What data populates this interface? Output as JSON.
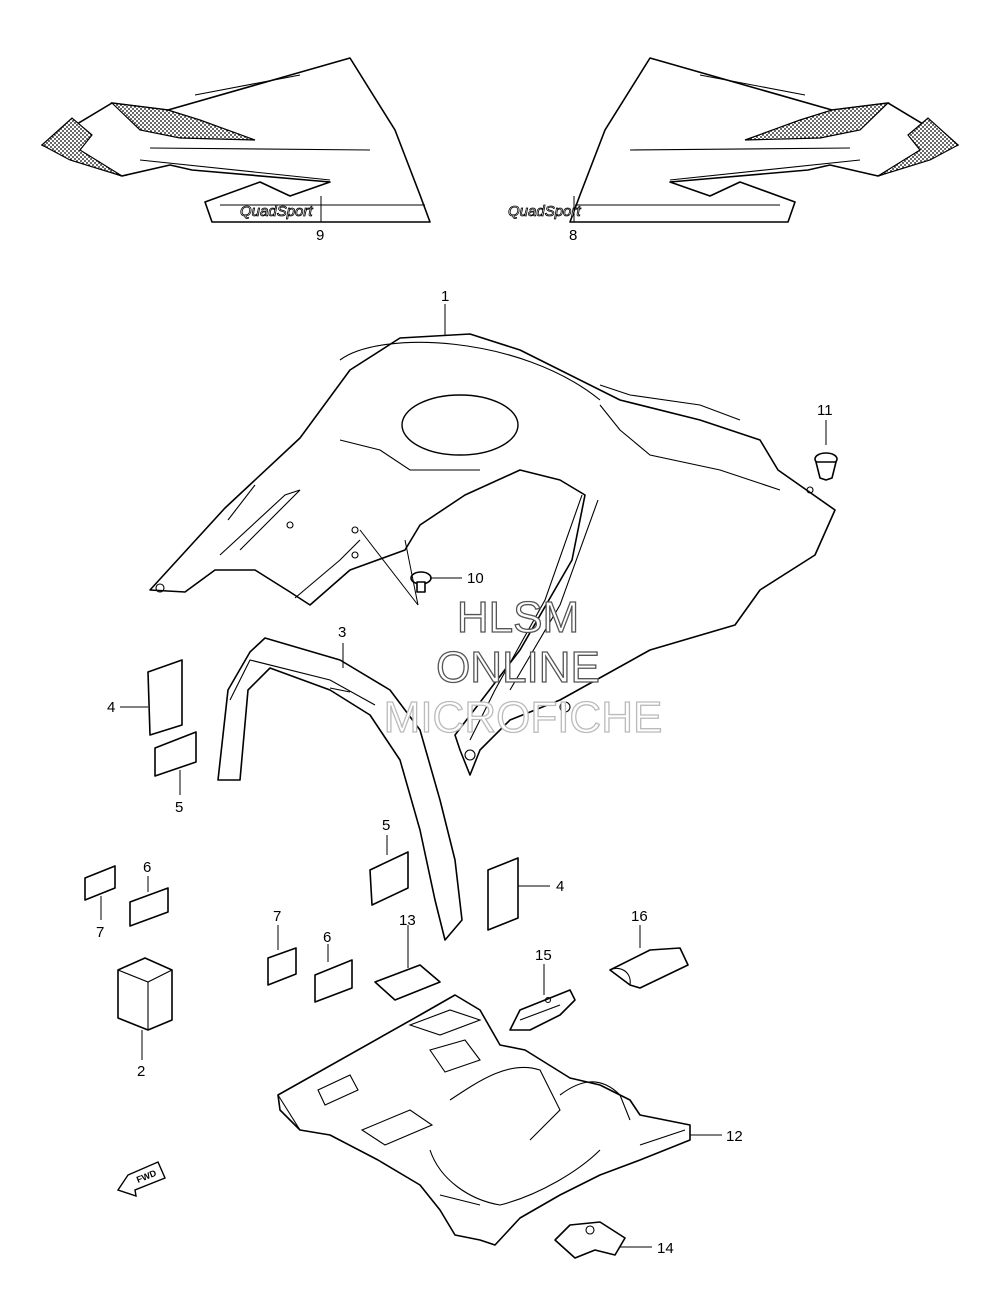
{
  "diagram": {
    "callouts": [
      {
        "id": "c1",
        "label": "1"
      },
      {
        "id": "c2",
        "label": "2"
      },
      {
        "id": "c3",
        "label": "3"
      },
      {
        "id": "c4a",
        "label": "4"
      },
      {
        "id": "c4b",
        "label": "4"
      },
      {
        "id": "c5a",
        "label": "5"
      },
      {
        "id": "c5b",
        "label": "5"
      },
      {
        "id": "c6a",
        "label": "6"
      },
      {
        "id": "c6b",
        "label": "6"
      },
      {
        "id": "c7a",
        "label": "7"
      },
      {
        "id": "c7b",
        "label": "7"
      },
      {
        "id": "c8",
        "label": "8"
      },
      {
        "id": "c9",
        "label": "9"
      },
      {
        "id": "c10",
        "label": "10"
      },
      {
        "id": "c11",
        "label": "11"
      },
      {
        "id": "c12",
        "label": "12"
      },
      {
        "id": "c13",
        "label": "13"
      },
      {
        "id": "c14",
        "label": "14"
      },
      {
        "id": "c15",
        "label": "15"
      },
      {
        "id": "c16",
        "label": "16"
      }
    ],
    "decal_text": "QuadSport",
    "fwd_text": "FWD",
    "watermark": [
      "HLSM",
      "ONLINE",
      "MICROFICHE"
    ]
  }
}
